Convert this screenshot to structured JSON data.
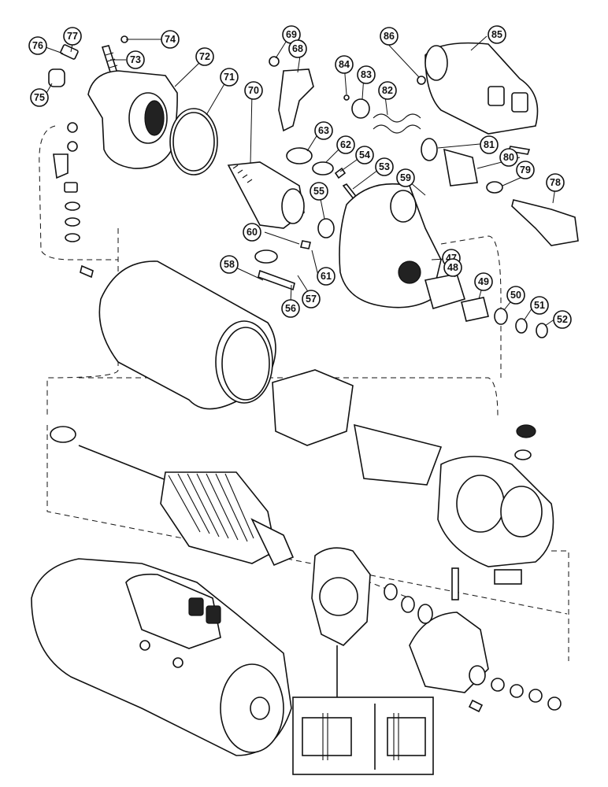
{
  "figure": {
    "callouts": [
      {
        "id": "76",
        "label": "76"
      },
      {
        "id": "77",
        "label": "77"
      },
      {
        "id": "74",
        "label": "74"
      },
      {
        "id": "73",
        "label": "73"
      },
      {
        "id": "75",
        "label": "75"
      },
      {
        "id": "72",
        "label": "72"
      },
      {
        "id": "71",
        "label": "71"
      },
      {
        "id": "69",
        "label": "69"
      },
      {
        "id": "68",
        "label": "68"
      },
      {
        "id": "86",
        "label": "86"
      },
      {
        "id": "85",
        "label": "85"
      },
      {
        "id": "84",
        "label": "84"
      },
      {
        "id": "83",
        "label": "83"
      },
      {
        "id": "82",
        "label": "82"
      },
      {
        "id": "70",
        "label": "70"
      },
      {
        "id": "63",
        "label": "63"
      },
      {
        "id": "62",
        "label": "62"
      },
      {
        "id": "54",
        "label": "54"
      },
      {
        "id": "53",
        "label": "53"
      },
      {
        "id": "59",
        "label": "59"
      },
      {
        "id": "81",
        "label": "81"
      },
      {
        "id": "80",
        "label": "80"
      },
      {
        "id": "79",
        "label": "79"
      },
      {
        "id": "78",
        "label": "78"
      },
      {
        "id": "55",
        "label": "55"
      },
      {
        "id": "60",
        "label": "60"
      },
      {
        "id": "47",
        "label": "47"
      },
      {
        "id": "48",
        "label": "48"
      },
      {
        "id": "49",
        "label": "49"
      },
      {
        "id": "58",
        "label": "58"
      },
      {
        "id": "61",
        "label": "61"
      },
      {
        "id": "57",
        "label": "57"
      },
      {
        "id": "56",
        "label": "56"
      },
      {
        "id": "50",
        "label": "50"
      },
      {
        "id": "51",
        "label": "51"
      },
      {
        "id": "52",
        "label": "52"
      }
    ]
  }
}
